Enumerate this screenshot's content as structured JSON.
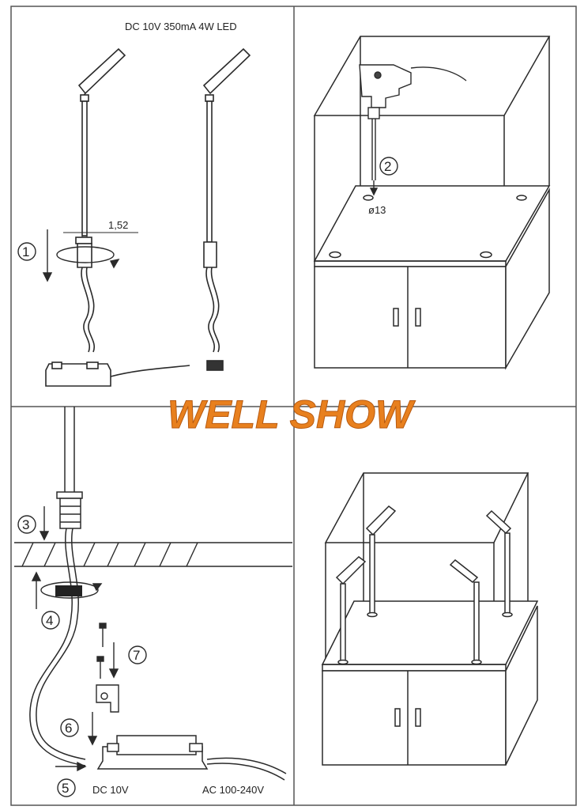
{
  "header": {
    "spec_text": "DC 10V  350mA  4W  LED"
  },
  "panel1": {
    "dimension_label": "1,52",
    "step": "1"
  },
  "panel2": {
    "step": "2",
    "hole_label": "ø13"
  },
  "panel3": {
    "steps": [
      "3",
      "4",
      "5",
      "6",
      "7"
    ],
    "dc_label": "DC 10V",
    "ac_label": "AC 100-240V"
  },
  "watermark": {
    "text": "WELL SHOW",
    "color": "#e8801e"
  },
  "colors": {
    "line": "#2a2a2a",
    "background": "#ffffff"
  }
}
